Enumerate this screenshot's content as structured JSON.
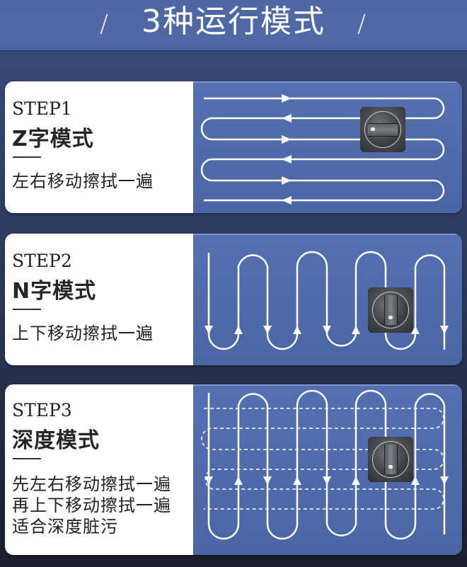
{
  "header": {
    "title": "3种运行模式"
  },
  "colors": {
    "header_bg": "#5069a7",
    "page_bg_top": "#3a4c7b",
    "page_bg_bottom": "#1b1f2d",
    "panel_blue": "#5470b0",
    "path_white": "#ffffff",
    "card_white": "#ffffff",
    "text_dark": "#222222"
  },
  "cards": [
    {
      "step": "STEP1",
      "mode": "Z字模式",
      "description": [
        "左右移动擦拭一遍"
      ],
      "diagram": "z-path-horizontal",
      "icon": "cleaning-robot-knob-icon"
    },
    {
      "step": "STEP2",
      "mode": "N字模式",
      "description": [
        "上下移动擦拭一遍"
      ],
      "diagram": "n-path-vertical",
      "icon": "cleaning-robot-knob-icon"
    },
    {
      "step": "STEP3",
      "mode": "深度模式",
      "description": [
        "先左右移动擦拭一遍",
        "再上下移动擦拭一遍",
        "适合深度脏污"
      ],
      "diagram": "combined-path-horizontal-dashed-vertical-solid",
      "icon": "cleaning-robot-knob-icon"
    }
  ]
}
